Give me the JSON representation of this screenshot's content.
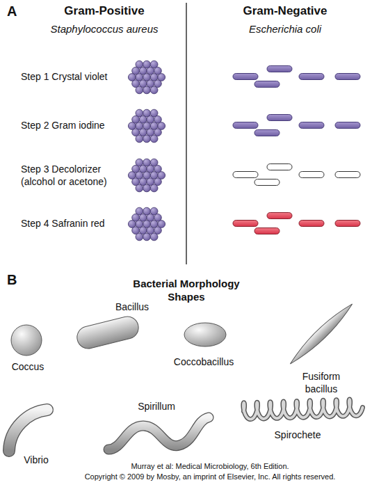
{
  "diagram": {
    "labels": [
      "A",
      "Gram-Positive",
      "Staphylococcus aureus",
      "Gram-Negative",
      "Escherichia coli",
      "Step 1 Crystal violet",
      "Step 2 Gram iodine",
      "Step 3 Decolorizer (alcohol or acetone)",
      "Step 4 Safranin red",
      "B",
      "Bacterial Morphology Shapes",
      "Coccus",
      "Bacillus",
      "Coccobacillus",
      "Fusiform bacillus",
      "Vibrio",
      "Spirillum",
      "Spirochete",
      "Murray et al: Medical Microbiology, 6th Edition.",
      "Copyright © 2009 by Mosby, an imprint of Elsevier, Inc. All rights reserved."
    ]
  }
}
